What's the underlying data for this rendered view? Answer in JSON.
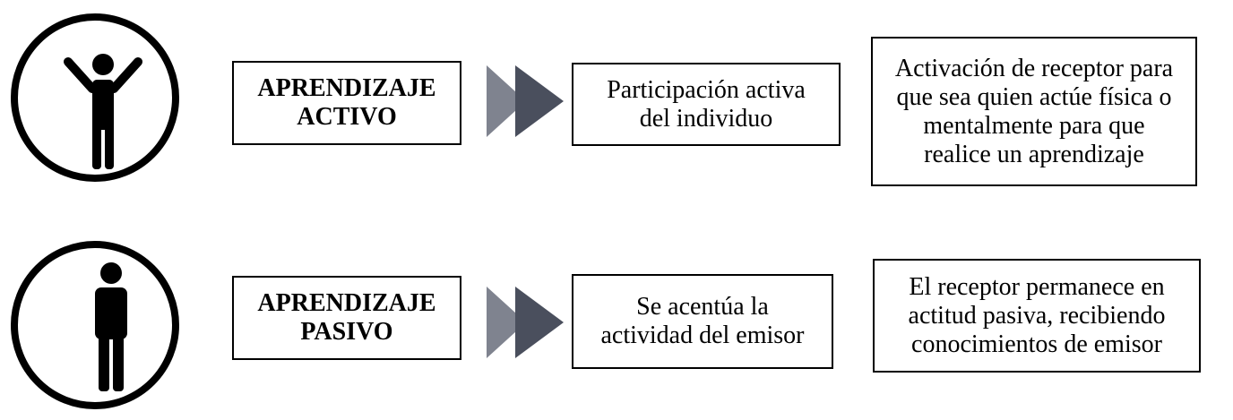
{
  "colors": {
    "chevron_light": "#7f838f",
    "chevron_dark": "#4a4f5d",
    "border": "#000000",
    "figure": "#000000"
  },
  "rows": [
    {
      "icon": "person-arms-raised-icon",
      "label": "APRENDIZAJE ACTIVO",
      "label_lines": [
        "APRENDIZAJE",
        "ACTIVO"
      ],
      "arrow_icon": "double-chevron-right-icon",
      "summary_lines": [
        "Participación activa",
        "del individuo"
      ],
      "description_lines": [
        "Activación de receptor para",
        "que sea quien actúe física o",
        "mentalmente para que",
        "realice un aprendizaje"
      ]
    },
    {
      "icon": "person-standing-icon",
      "label": "APRENDIZAJE PASIVO",
      "label_lines": [
        "APRENDIZAJE",
        "PASIVO"
      ],
      "arrow_icon": "double-chevron-right-icon",
      "summary_lines": [
        "Se acentúa la",
        "actividad del emisor"
      ],
      "description_lines": [
        "El receptor permanece en",
        "actitud pasiva, recibiendo",
        "conocimientos de emisor"
      ]
    }
  ]
}
